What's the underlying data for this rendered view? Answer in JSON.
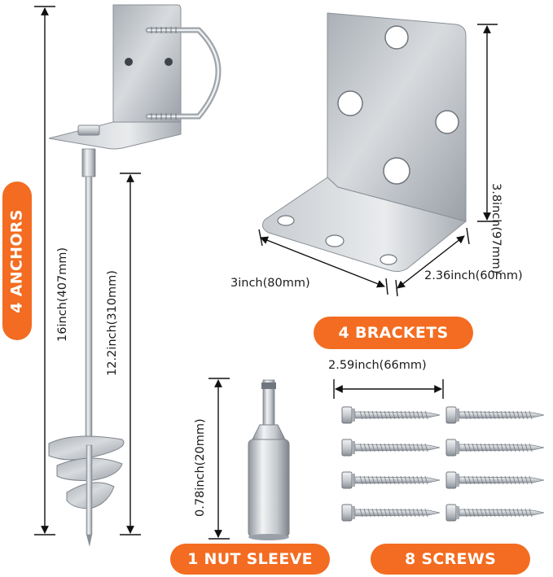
{
  "labels": {
    "anchors": "4 ANCHORS",
    "brackets": "4 BRACKETS",
    "nut_sleeve": "1 NUT SLEEVE",
    "screws": "8 SCREWS"
  },
  "dimensions": {
    "anchor_total": "16inch(407mm)",
    "anchor_auger": "12.2inch(310mm)",
    "bracket_height": "3.8inch(97mm)",
    "bracket_width": "3inch(80mm)",
    "bracket_depth": "2.36inch(60mm)",
    "screw_length": "2.59inch(66mm)",
    "sleeve_length": "0.78inch(20mm)"
  },
  "colors": {
    "accent": "#f36c21",
    "metal_light": "#e6e8ea",
    "metal_mid": "#b7bbc0",
    "metal_dark": "#7d838a",
    "line": "#111111"
  },
  "icons": [
    "anchor-stake-icon",
    "l-bracket-icon",
    "nut-sleeve-icon",
    "screw-icon"
  ]
}
